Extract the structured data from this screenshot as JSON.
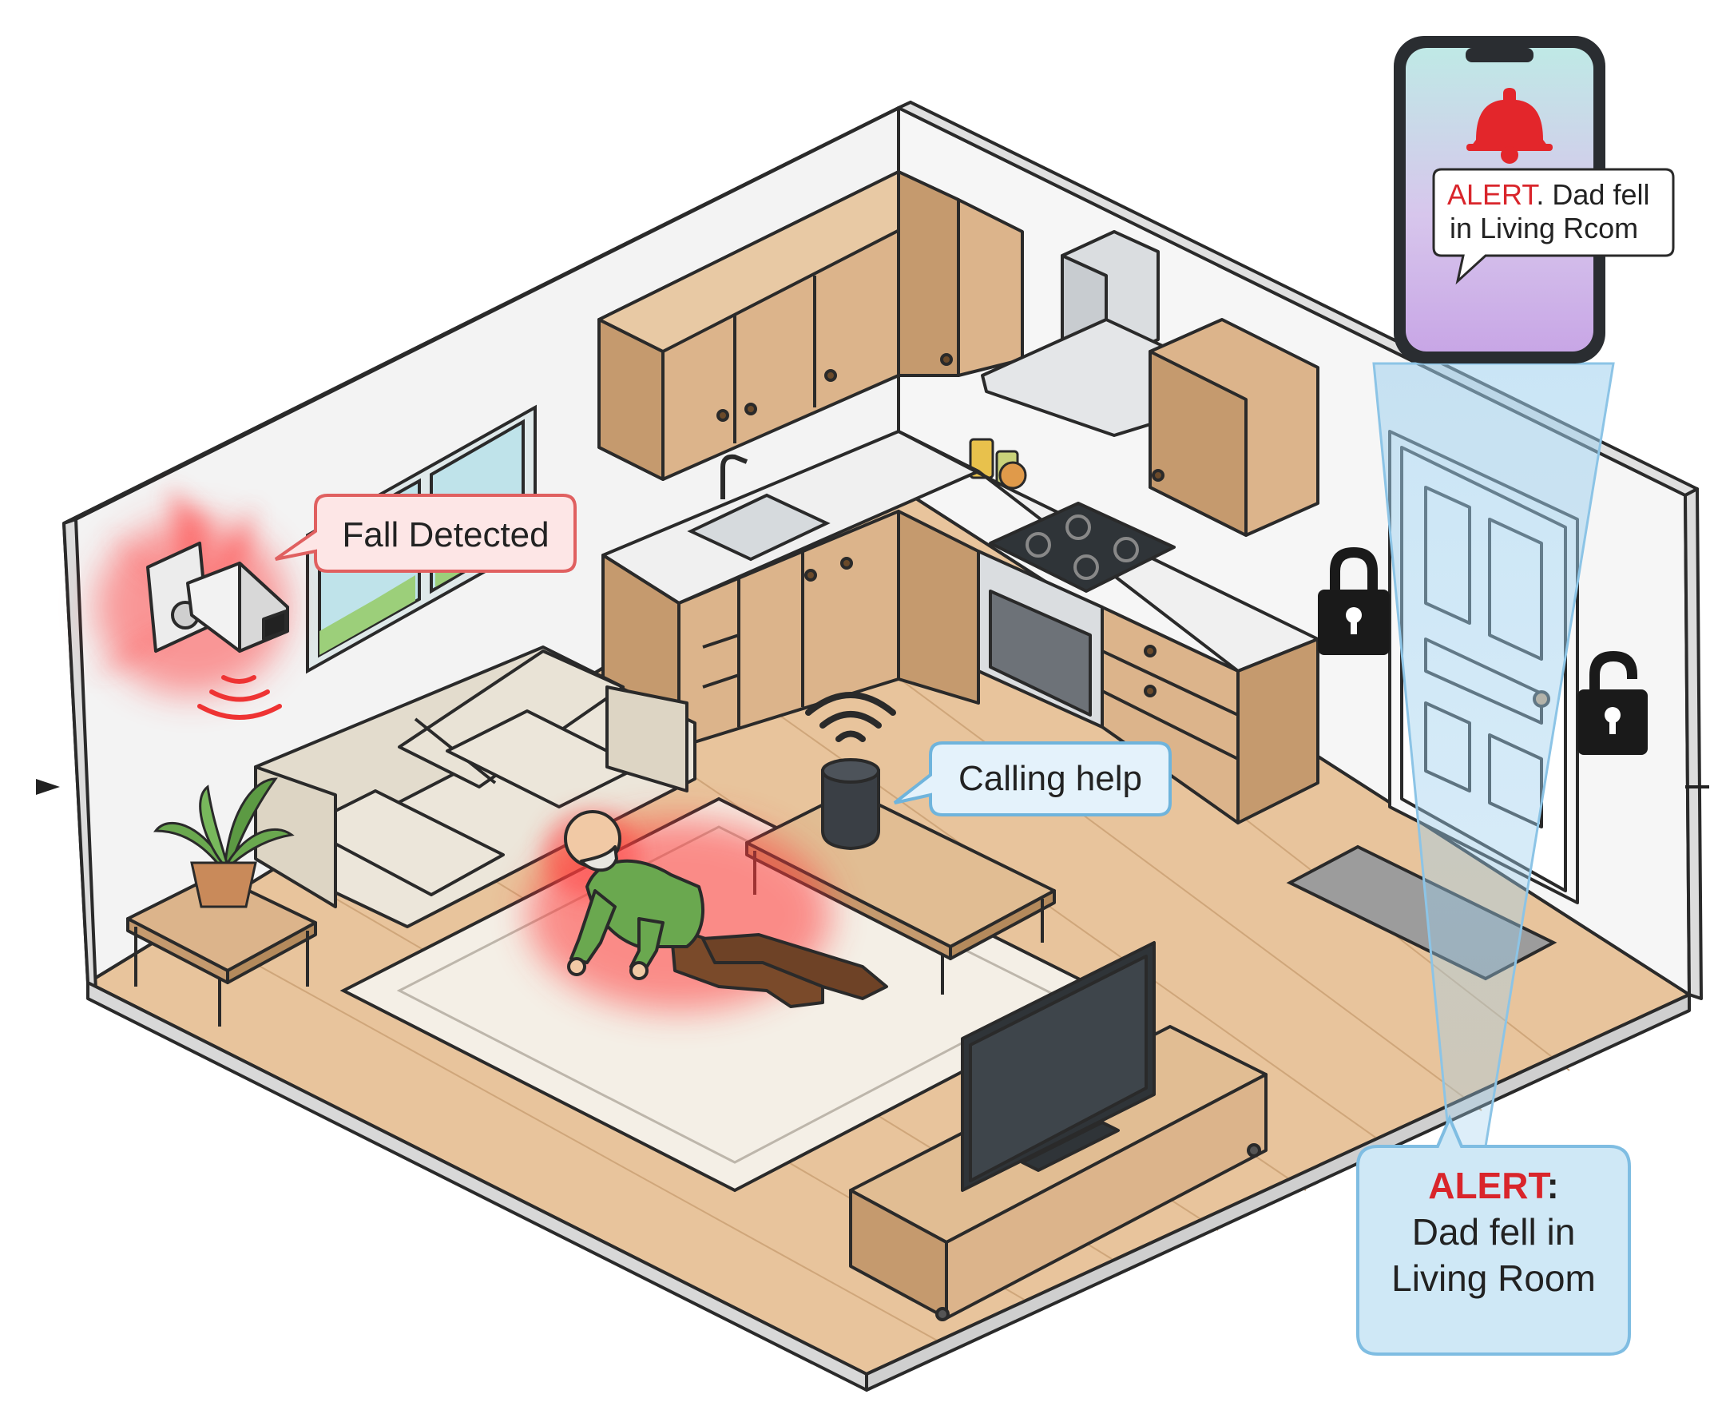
{
  "labels": {
    "fall_detected": "Fall Detected",
    "calling_help": "Calling help",
    "phone_alert_word": "ALERT",
    "phone_alert_rest_line1": ". Dad fell",
    "phone_alert_line2": "in Living Rcom",
    "panel_alert_word": "ALERT",
    "panel_alert_colon": ":",
    "panel_line2": "Dad fell in",
    "panel_line3": "Living Room"
  },
  "colors": {
    "alert_red": "#d9252b",
    "wood": "#dcb48b",
    "wood_dark": "#c59a6e",
    "floor": "#e8c49c",
    "wall": "#f4f4f4",
    "outline": "#2a2a2a",
    "bubble_red_fill": "#fde6e6",
    "bubble_red_stroke": "#e06060",
    "bubble_blue_fill": "#e4f2fb",
    "bubble_blue_stroke": "#6fb4dc",
    "beam_blue": "#9fd0ee",
    "shirt_green": "#6aa84f",
    "pants_brown": "#7a4a2a"
  },
  "icons": [
    "camera-icon",
    "wifi-icon",
    "smart-speaker-icon",
    "bell-icon",
    "lock-icon",
    "unlock-icon",
    "smartphone-icon",
    "plant-icon",
    "tv-icon"
  ]
}
